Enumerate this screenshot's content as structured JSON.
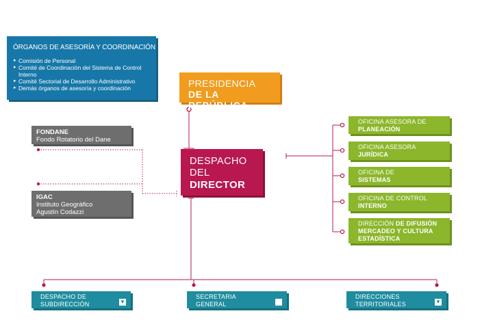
{
  "organos": {
    "title": "ÓRGANOS DE ASESORÍA  Y COORDINACIÓN",
    "items": [
      "Comisión de Personal",
      "Comité de Coordinación del Sistema de Control Interno",
      "Comité Sectorial de Desarrollo Administrativo",
      "Demás órganos de asesoría y coordinación"
    ]
  },
  "presidencia": {
    "line1": "PRESIDENCIA",
    "line2": "DE LA REPÚBLICA"
  },
  "despacho": {
    "line1": "DESPACHO",
    "line2": "DEL",
    "line3": "DIRECTOR"
  },
  "fondane": {
    "name": "FONDANE",
    "desc": "Fondo Rotatorio del Dane"
  },
  "igac": {
    "name": "IGAC",
    "desc1": "Instituto Geográfico",
    "desc2": "Agustín Codazzi"
  },
  "oficinas": [
    {
      "l1": "OFICINA ASESORA DE",
      "l2": "PLANEACIÓN"
    },
    {
      "l1": "OFICINA ASESORA",
      "l2": "JURÍDICA"
    },
    {
      "l1": "OFICINA DE",
      "l2": "SISTEMAS"
    },
    {
      "l1": "OFICINA DE CONTROL",
      "l2": "INTERNO"
    },
    {
      "l1a": "DIRECCIÓN ",
      "l1b": "DE DIFUSIÓN",
      "l2": "MERCADEO Y CULTURA",
      "l3": "ESTADÍSTICA"
    }
  ],
  "bottom": [
    {
      "l1": "DESPACHO DE",
      "l2": "SUBDIRECCIÓN",
      "icon": "chevron-down-icon"
    },
    {
      "l1": "SECRETARIA",
      "l2": "GENERAL",
      "icon": "square-icon"
    },
    {
      "l1": "DIRECCIONES",
      "l2": "TERRITORIALES",
      "icon": "chevron-down-icon"
    }
  ],
  "colors": {
    "organos": "#1777a8",
    "presidencia": "#f19c1e",
    "despacho": "#b8174f",
    "gray": "#6e6e6e",
    "green": "#8cb62c",
    "teal": "#1f8c9f",
    "connector": "#b8174f"
  }
}
